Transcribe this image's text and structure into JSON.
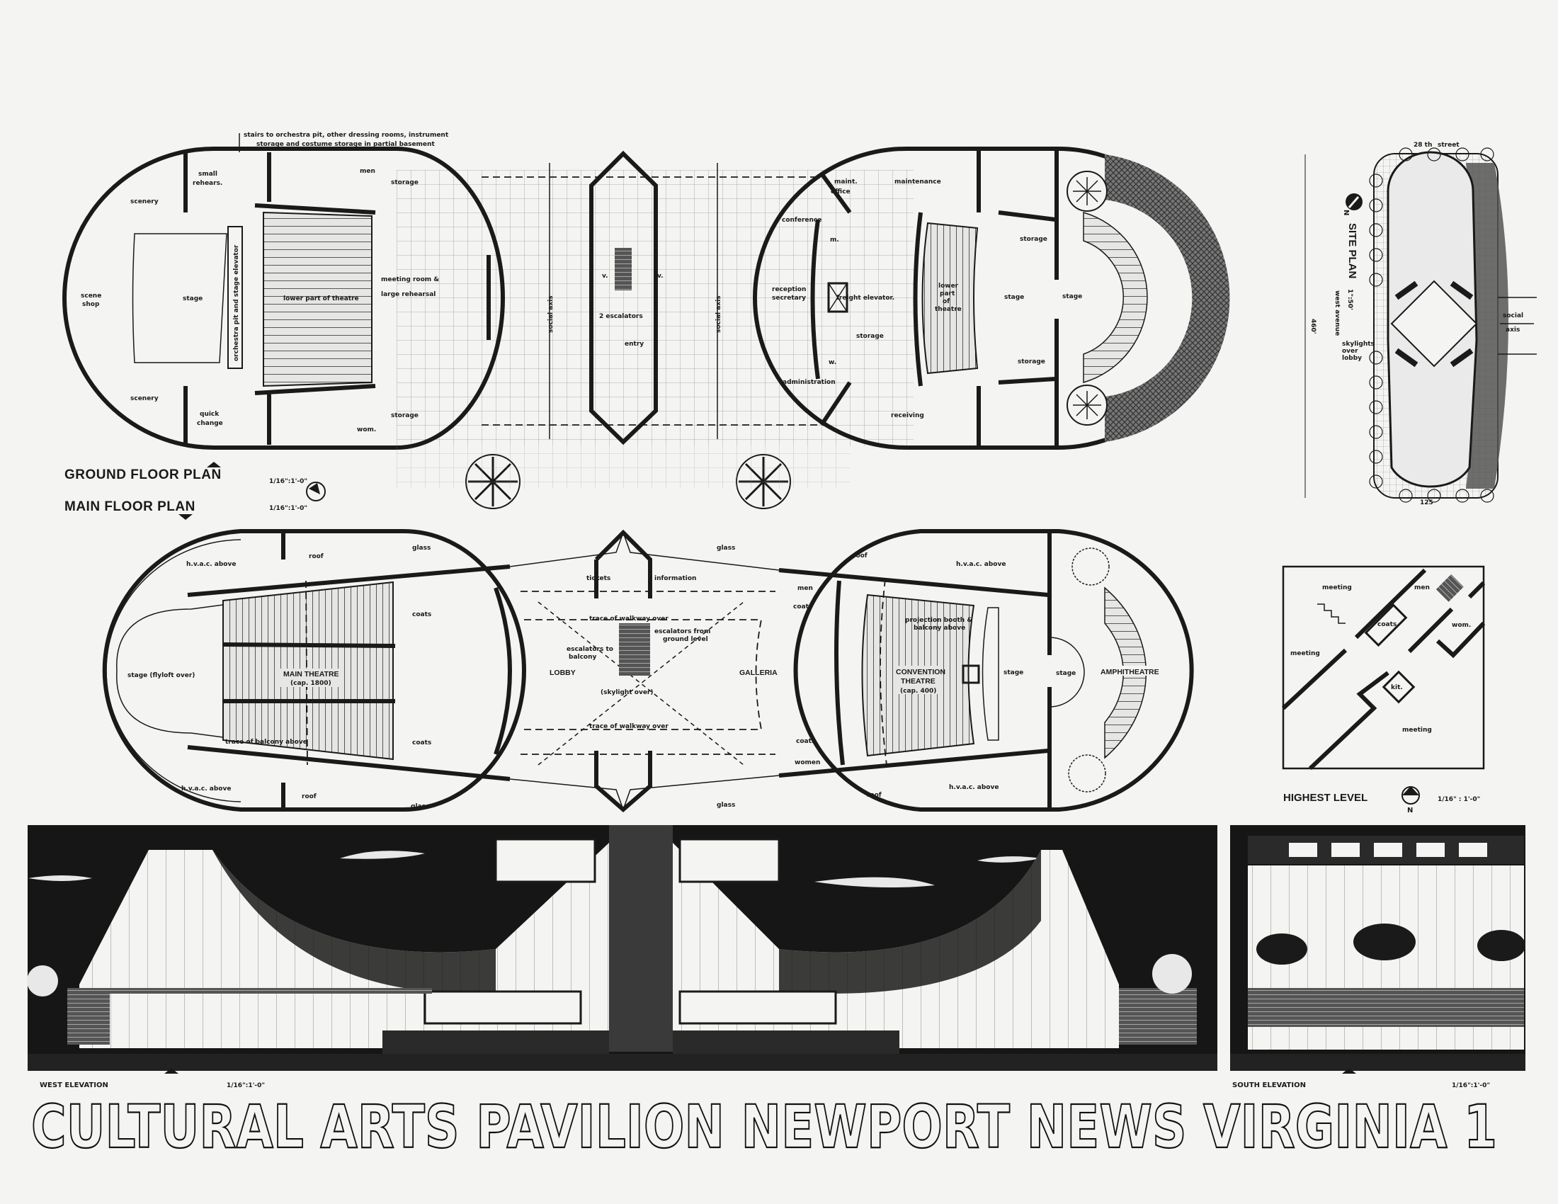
{
  "sheet": {
    "title": "CULTURAL ARTS PAVILION NEWPORT NEWS VIRGINIA 1"
  },
  "ground_floor_plan": {
    "title": "GROUND FLOOR PLAN",
    "scale": "1/16\":1'-0\"",
    "note_line1": "stairs to orchestra pit, other dressing rooms, instrument",
    "note_line2": "storage and costume storage in partial basement",
    "labels": [
      "small",
      "rehears.",
      "men",
      "storage",
      "scenery",
      "stage",
      "scene",
      "shop",
      "orchestra pit and stage elevator",
      "lower part of theatre",
      "meeting room &",
      "large rehearsal",
      "scenery",
      "quick",
      "change",
      "wom.",
      "storage",
      "social axis",
      "social axis",
      "v.",
      "v.",
      "2 escalators",
      "entry",
      "maint.",
      "office",
      "maintenance",
      "conference",
      "m.",
      "reception",
      "secretary",
      "freight elevator.",
      "lower",
      "part",
      "of",
      "theatre",
      "storage",
      "w.",
      "administration",
      "receiving",
      "storage",
      "stage",
      "stage",
      "storage"
    ]
  },
  "main_floor_plan": {
    "title": "MAIN FLOOR PLAN",
    "scale": "1/16\":1'-0\"",
    "labels": [
      "h.v.a.c. above",
      "roof",
      "glass",
      "stage (flyloft over)",
      "MAIN THEATRE",
      "(cap. 1800)",
      "coats",
      "coats",
      "trace of balcony above",
      "h.v.a.c. above",
      "roof",
      "glass",
      "glass",
      "tickets",
      "information",
      "men",
      "coats",
      "trace of walkway over",
      "escalators from",
      "ground level",
      "escalators to",
      "balcony",
      "LOBBY",
      "GALLERIA",
      "(skylight over)",
      "trace of walkway over",
      "coats",
      "women",
      "glass",
      "roof",
      "h.v.a.c. above",
      "projection booth &",
      "balcony above",
      "CONVENTION",
      "THEATRE",
      "(cap. 400)",
      "stage",
      "stage",
      "AMPHITHEATRE",
      "h.v.a.c. above",
      "roof"
    ]
  },
  "site_plan": {
    "title": "SITE PLAN",
    "scale": "1\":50'",
    "street_label_1": "28 th",
    "street_label_2": "street",
    "avenue_label": "west avenue",
    "length_dim": "460'",
    "width_dim": "125",
    "skylights": [
      "skylights",
      "over",
      "lobby"
    ],
    "social": "social",
    "axis": "axis",
    "north": "N"
  },
  "highest_level": {
    "title": "HIGHEST LEVEL",
    "scale": "1/16\" : 1'-0\"",
    "north": "N",
    "labels": [
      "meeting",
      "men",
      "coats",
      "wom.",
      "meeting",
      "kit.",
      "meeting"
    ]
  },
  "west_elevation": {
    "title": "WEST ELEVATION",
    "scale": "1/16\":1'-0\""
  },
  "south_elevation": {
    "title": "SOUTH ELEVATION",
    "scale": "1/16\":1'-0\""
  },
  "colors": {
    "ink": "#1a1a1a",
    "paper": "#f4f4f2"
  }
}
